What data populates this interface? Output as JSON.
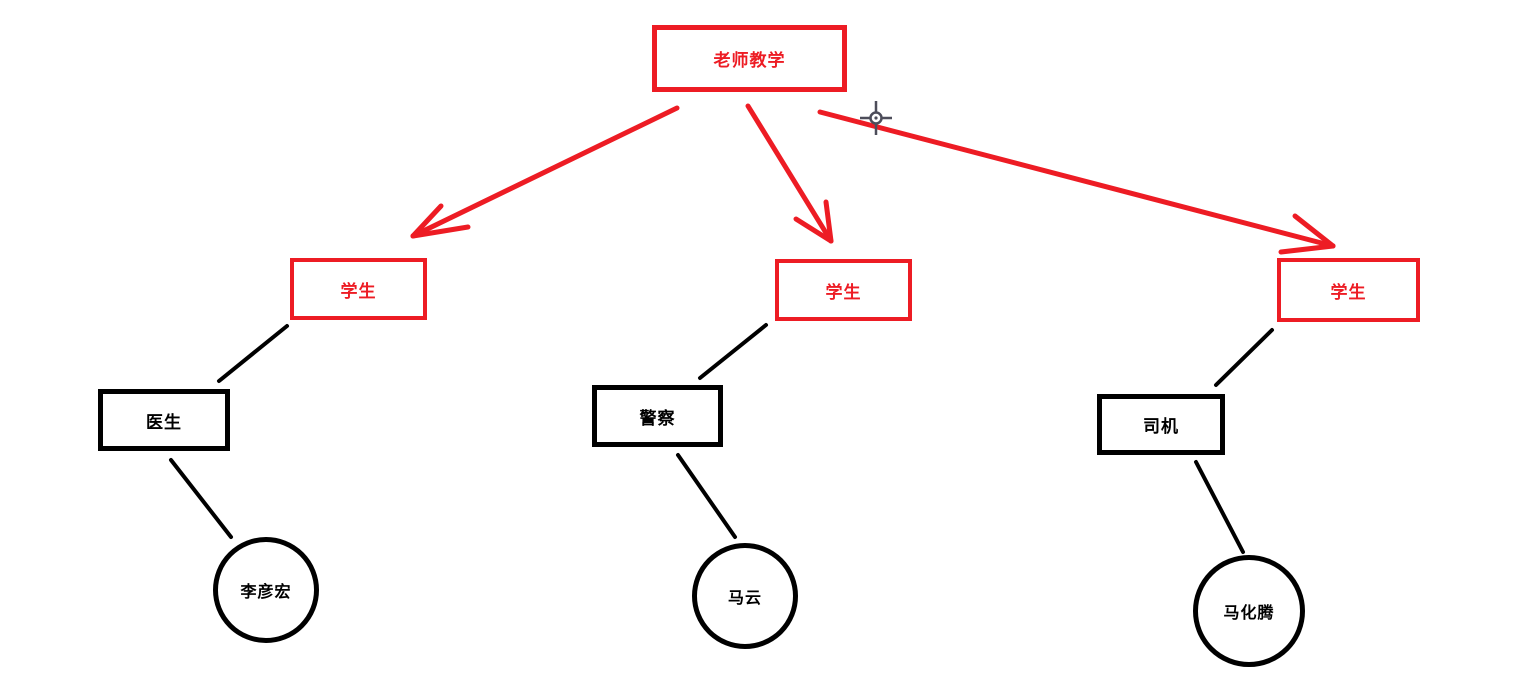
{
  "diagram": {
    "root": {
      "label": "老师教学"
    },
    "branches": [
      {
        "student": "学生",
        "profession": "医生",
        "person": "李彦宏"
      },
      {
        "student": "学生",
        "profession": "警察",
        "person": "马云"
      },
      {
        "student": "学生",
        "profession": "司机",
        "person": "马化腾"
      }
    ],
    "colors": {
      "highlight_red": "#ed1c24",
      "node_black": "#000000",
      "canvas_background": "#ffffff",
      "cursor_gray": "#4d4d5a"
    }
  }
}
